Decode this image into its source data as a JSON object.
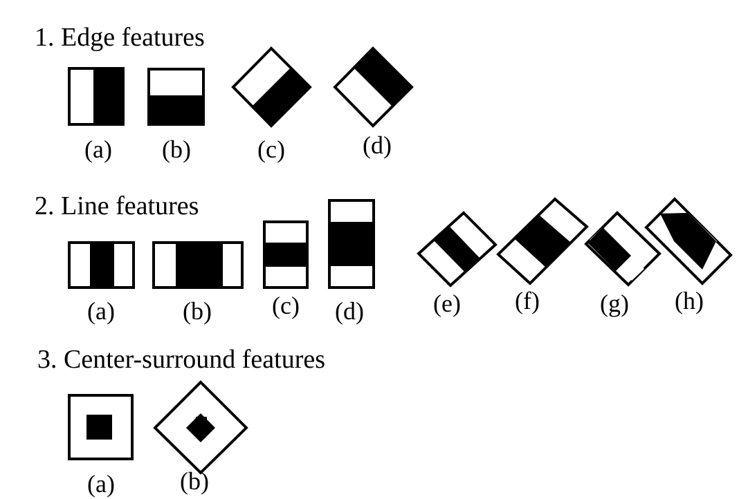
{
  "sections": [
    {
      "heading": "1. Edge features",
      "items": [
        {
          "label": "(a)",
          "feature": "edge-vertical-split",
          "rotated": false
        },
        {
          "label": "(b)",
          "feature": "edge-horizontal-split",
          "rotated": false
        },
        {
          "label": "(c)",
          "feature": "edge-diagonal-split",
          "rotated": true
        },
        {
          "label": "(d)",
          "feature": "edge-diagonal-split",
          "rotated": true
        }
      ]
    },
    {
      "heading": "2. Line features",
      "items": [
        {
          "label": "(a)",
          "feature": "line-vertical-center",
          "rotated": false
        },
        {
          "label": "(b)",
          "feature": "line-vertical-center-wide",
          "rotated": false
        },
        {
          "label": "(c)",
          "feature": "line-horizontal-center",
          "rotated": false
        },
        {
          "label": "(d)",
          "feature": "line-horizontal-center-wide",
          "rotated": false
        },
        {
          "label": "(e)",
          "feature": "line-diagonal-center",
          "rotated": true
        },
        {
          "label": "(f)",
          "feature": "line-diagonal-center-wide",
          "rotated": true
        },
        {
          "label": "(g)",
          "feature": "line-diagonal-center",
          "rotated": true
        },
        {
          "label": "(h)",
          "feature": "line-diagonal-center-wide",
          "rotated": true
        }
      ]
    },
    {
      "heading": "3. Center-surround features",
      "items": [
        {
          "label": "(a)",
          "feature": "center-surround-square",
          "rotated": false
        },
        {
          "label": "(b)",
          "feature": "center-surround-square",
          "rotated": true
        }
      ]
    }
  ],
  "colors": {
    "fill": "#000000",
    "background": "#ffffff"
  }
}
